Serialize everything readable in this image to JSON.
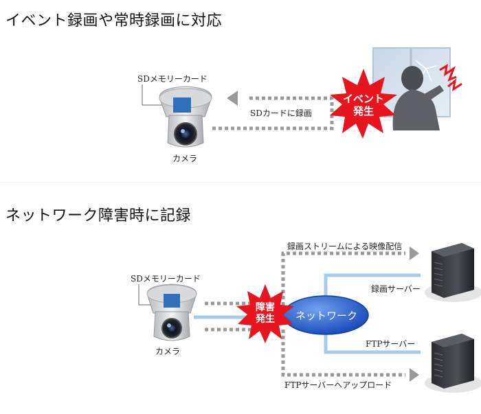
{
  "section1": {
    "title": "イベント録画や常時録画に対応",
    "sd_card_label": "SDメモリーカード",
    "camera_label": "カメラ",
    "arrow_label": "SDカードに録画",
    "event_line1": "イベント",
    "event_line2": "発生"
  },
  "section2": {
    "title": "ネットワーク障害時に記録",
    "sd_card_label": "SDメモリーカード",
    "camera_label": "カメラ",
    "failure_line1": "障害",
    "failure_line2": "発生",
    "network_label": "ネットワーク",
    "stream_label": "録画ストリームによる映像配信",
    "recording_server_label": "録画サーバー",
    "ftp_server_label": "FTPサーバー",
    "ftp_upload_label": "FTPサーバーへアップロード"
  },
  "colors": {
    "burst_red": "#e8141e",
    "network_blue": "#1a5fd0",
    "link_blue": "#a8cbe8",
    "dotted_gray": "#9a9a9a",
    "sd_card_blue": "#2f6fb8"
  },
  "icons": [
    "camera-icon",
    "sd-card-icon",
    "burglar-icon",
    "lightning-icon",
    "server-icon"
  ]
}
